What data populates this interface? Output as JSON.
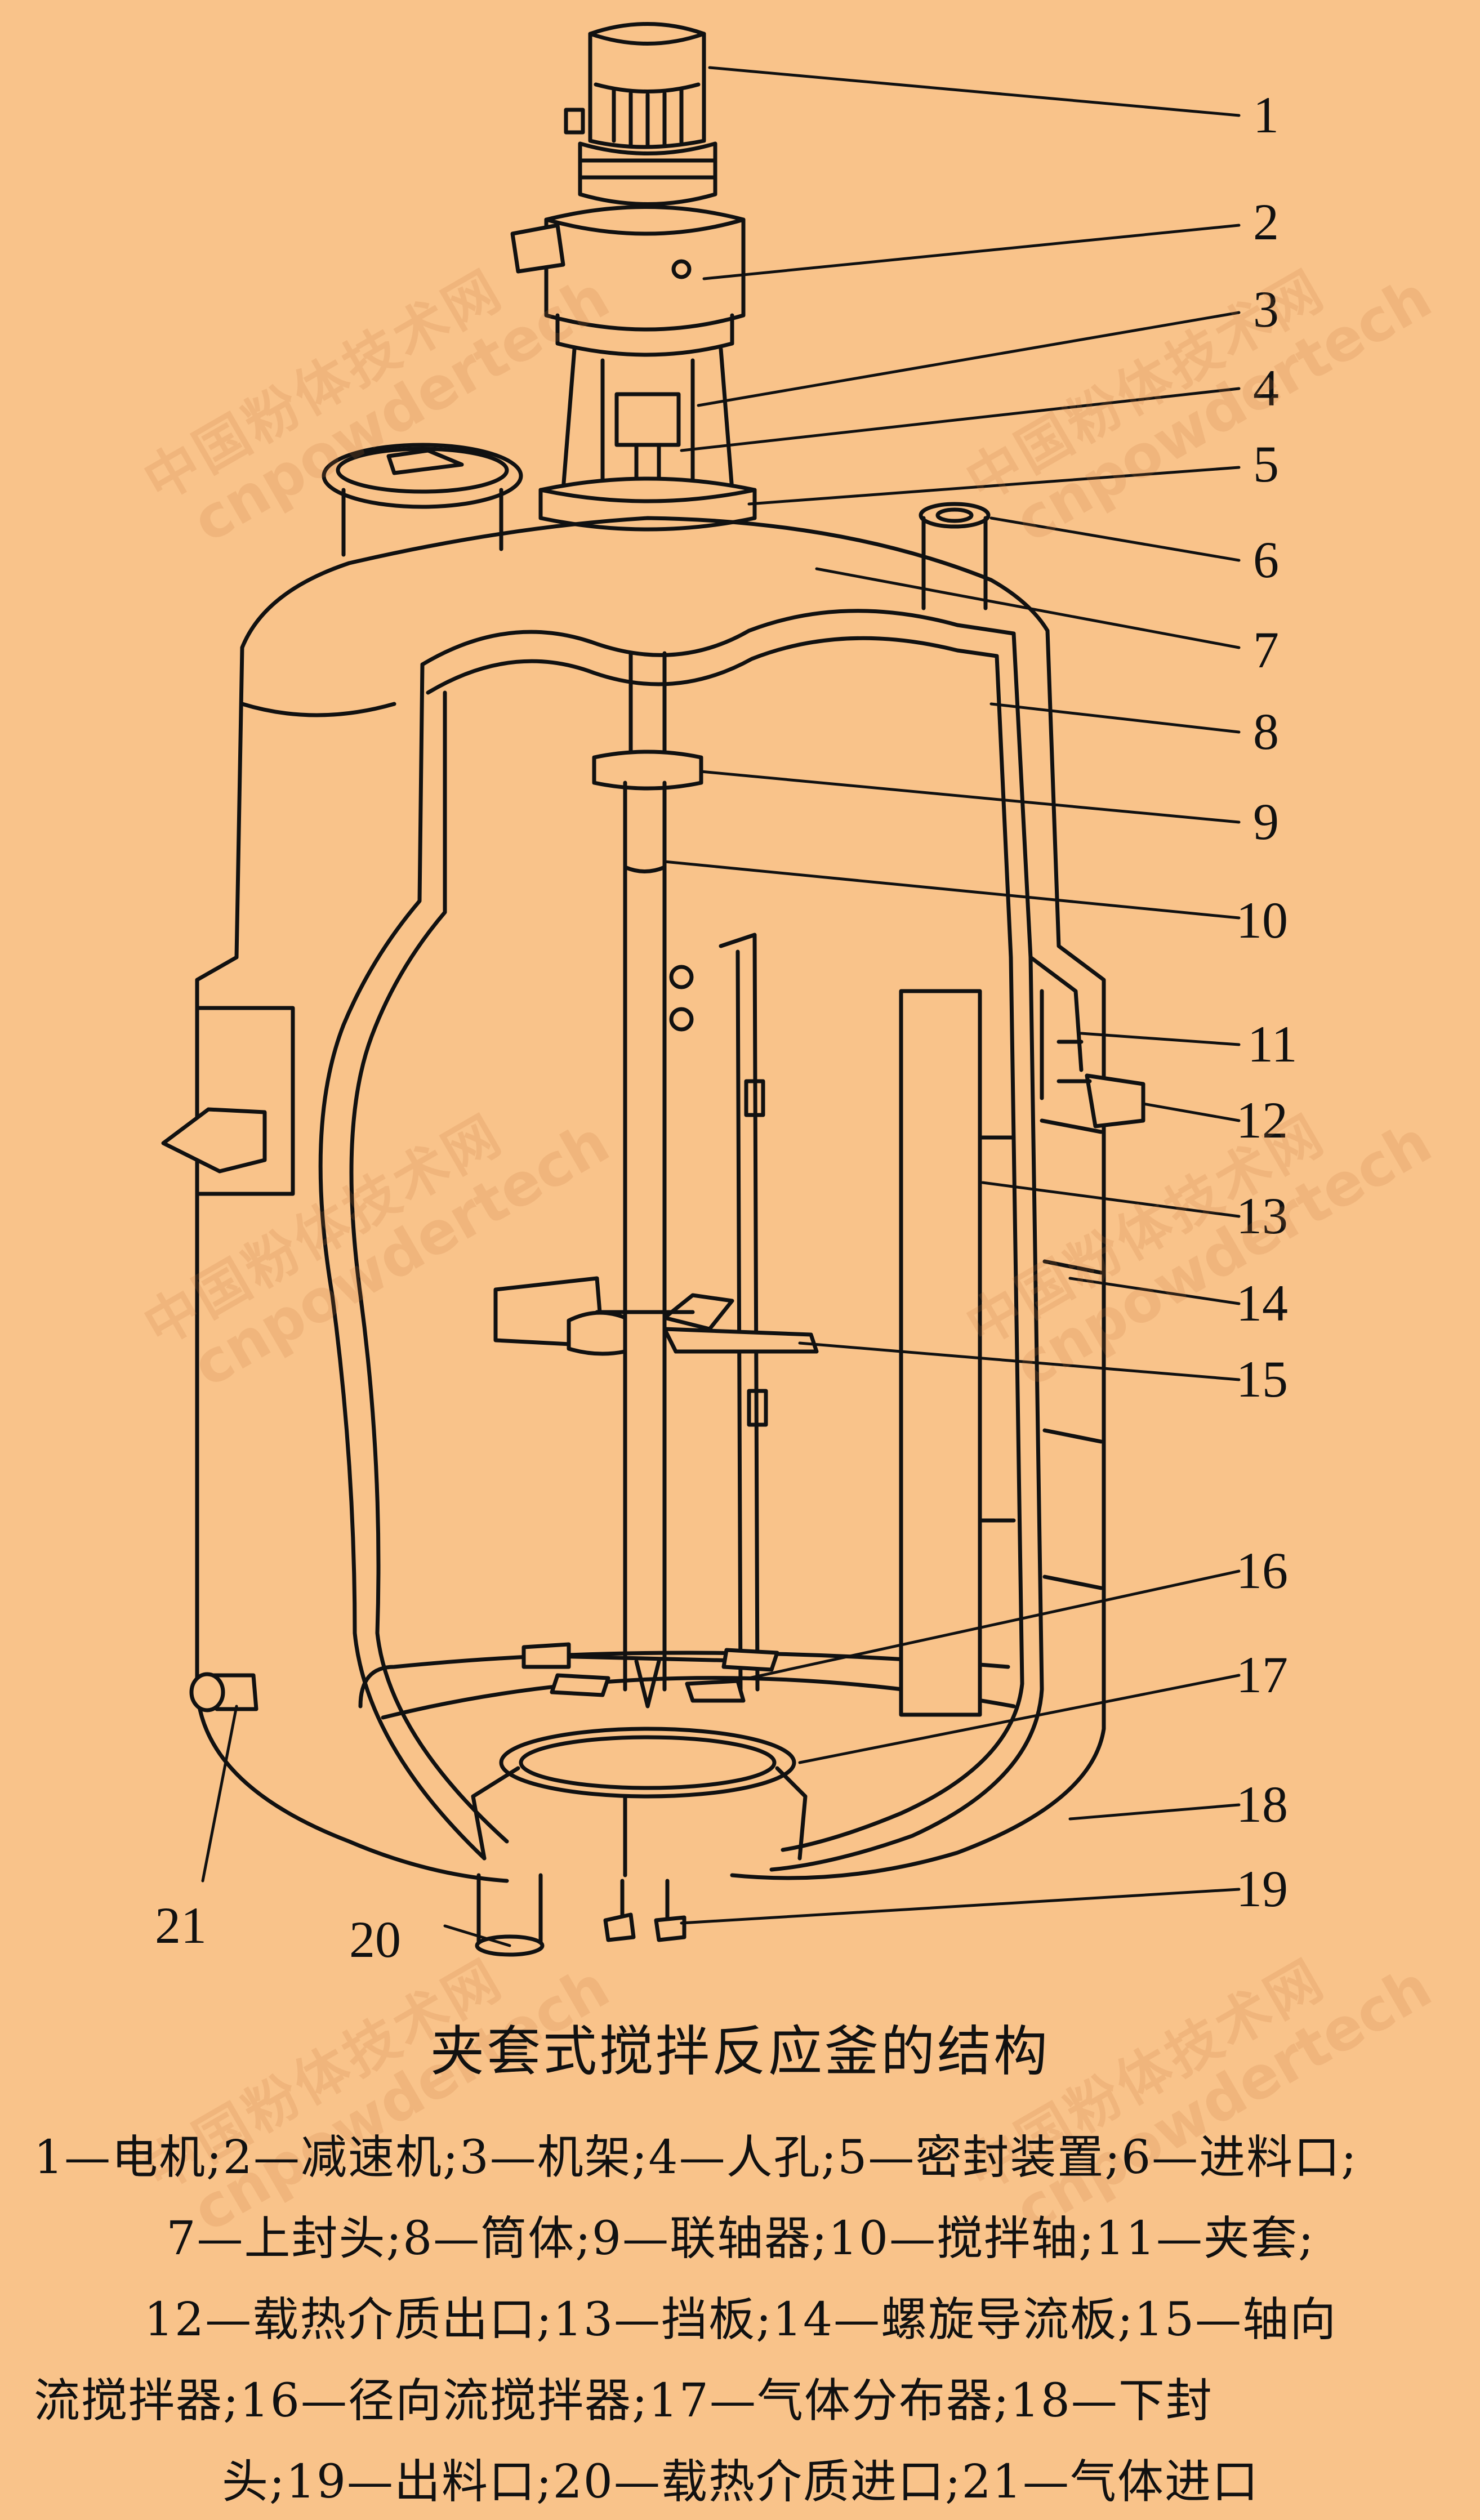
{
  "diagram": {
    "part_numbers": [
      "1",
      "2",
      "3",
      "4",
      "5",
      "6",
      "7",
      "8",
      "9",
      "10",
      "11",
      "12",
      "13",
      "14",
      "15",
      "16",
      "17",
      "18",
      "19",
      "20",
      "21"
    ]
  },
  "watermark": {
    "cn": "中国粉体技术网",
    "en": "cnpowdertech"
  },
  "caption": {
    "title": "夹套式搅拌反应釜的结构",
    "lines": [
      "1—电机;2—减速机;3—机架;4—人孔;5—密封装置;6—进料口;",
      "7—上封头;8—筒体;9—联轴器;10—搅拌轴;11—夹套;",
      "12—载热介质出口;13—挡板;14—螺旋导流板;15—轴向",
      "流搅拌器;16—径向流搅拌器;17—气体分布器;18—下封",
      "头;19—出料口;20—载热介质进口;21—气体进口"
    ]
  },
  "colors": {
    "background": "#F9C38A",
    "ink": "#111111"
  }
}
